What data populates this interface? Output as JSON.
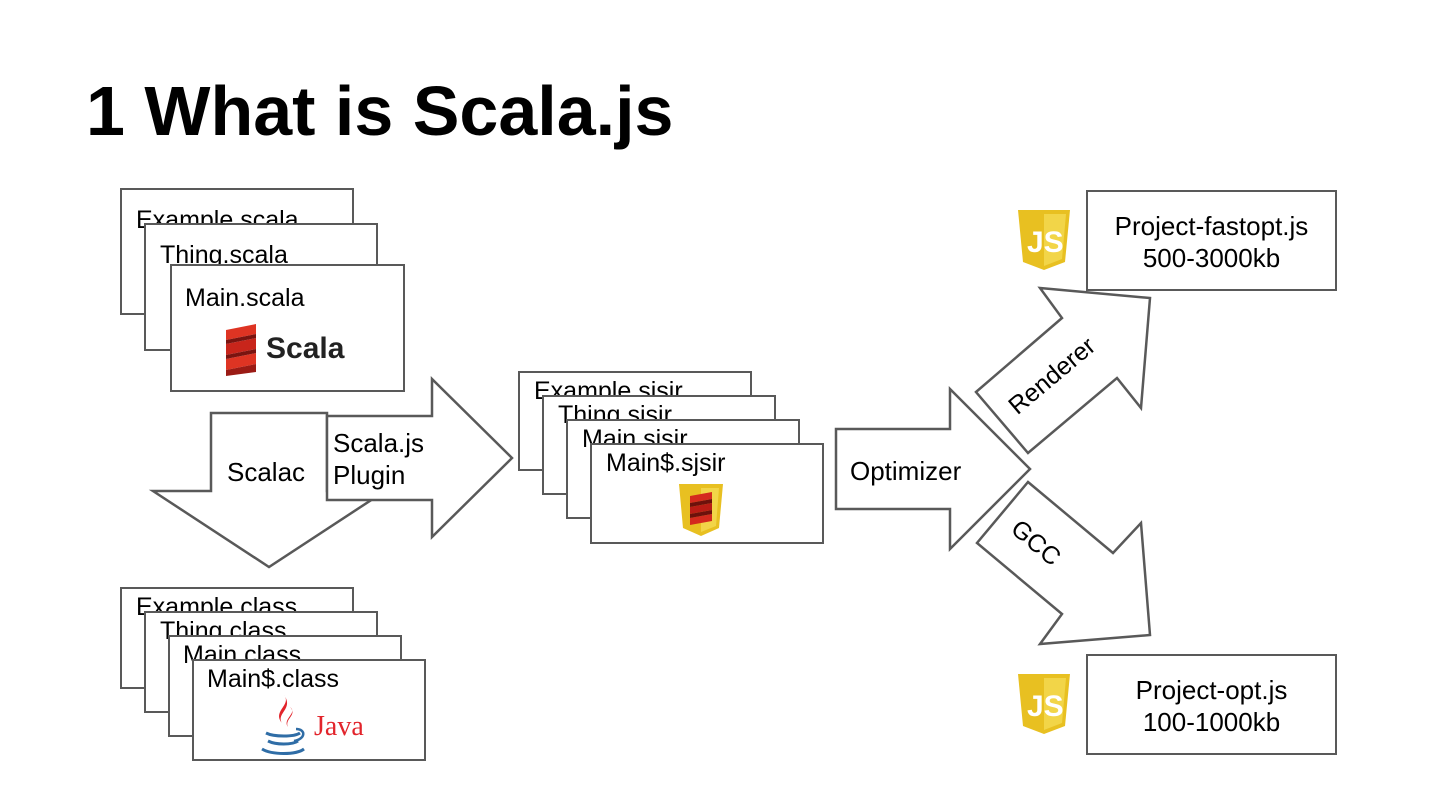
{
  "slide": {
    "title": "1 What is Scala.js"
  },
  "scala_sources": {
    "files": [
      "Example.scala",
      "Thing.scala",
      "Main.scala"
    ],
    "logo_text": "Scala",
    "logo_icon": "scala-logo"
  },
  "jvm_outputs": {
    "files": [
      "Example.class",
      "Thing.class",
      "Main.class",
      "Main$.class"
    ],
    "logo_text": "Java",
    "logo_icon": "java-logo"
  },
  "sjsir_outputs": {
    "files": [
      "Example.sjsir",
      "Thing.sjsir",
      "Main.sjsir",
      "Main$.sjsir"
    ],
    "logo_icon": "scalajs-shield-logo"
  },
  "arrows": {
    "scalac": "Scalac",
    "plugin_line1": "Scala.js",
    "plugin_line2": "Plugin",
    "optimizer": "Optimizer",
    "renderer": "Renderer",
    "gcc": "GCC"
  },
  "fastopt": {
    "name": "Project-fastopt.js",
    "size": "500-3000kb",
    "icon": "js-logo"
  },
  "fullopt": {
    "name": "Project-opt.js",
    "size": "100-1000kb",
    "icon": "js-logo"
  },
  "colors": {
    "outline": "#595959",
    "js_yellow": "#e8c021",
    "scala_red": "#cc2222",
    "java_red": "#e2242b",
    "java_blue": "#2f6da6"
  }
}
